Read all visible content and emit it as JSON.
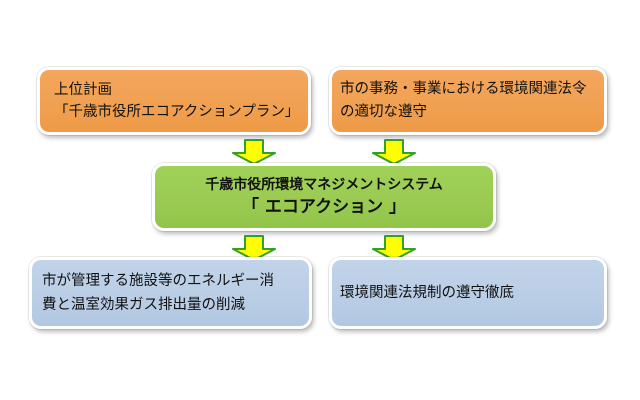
{
  "diagram": {
    "type": "flow-diagram",
    "boxes": {
      "top_left": {
        "role": "input",
        "lines": [
          "上位計画",
          "「千歳市役所エコアクションプラン」"
        ]
      },
      "top_right": {
        "role": "input",
        "lines": [
          "市の事務・事業における環境関連法令",
          "の適切な遵守"
        ]
      },
      "center": {
        "role": "system",
        "lines": [
          "千歳市役所環境マネジメントシステム",
          "「 エコアクション 」"
        ]
      },
      "bottom_left": {
        "role": "outcome",
        "lines": [
          "市が管理する施設等のエネルギー消",
          "費と温室効果ガス排出量の削減"
        ]
      },
      "bottom_right": {
        "role": "outcome",
        "lines": [
          "環境関連法規制の遵守徹底"
        ]
      }
    },
    "arrows": [
      {
        "from": "top_left",
        "to": "center",
        "direction": "down"
      },
      {
        "from": "top_right",
        "to": "center",
        "direction": "down"
      },
      {
        "from": "center",
        "to": "bottom_left",
        "direction": "down"
      },
      {
        "from": "center",
        "to": "bottom_right",
        "direction": "down"
      }
    ]
  },
  "colors": {
    "background": "#ffffff",
    "orange": "#f0a050",
    "green": "#9aca52",
    "blue": "#b9cde5",
    "arrow_fill": "#ffff00",
    "arrow_stroke": "#33a02c",
    "text": "#111111"
  }
}
